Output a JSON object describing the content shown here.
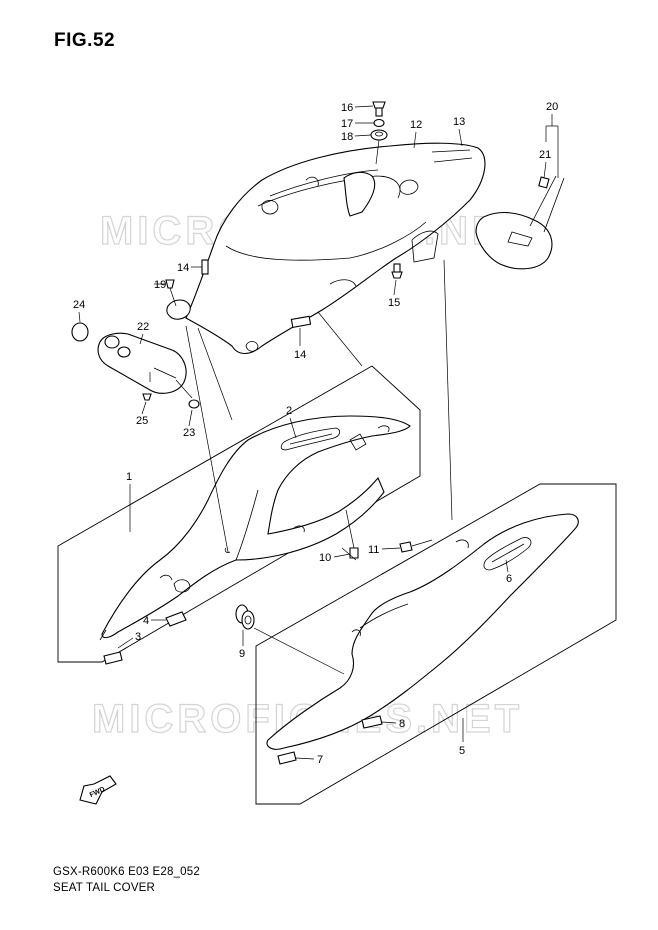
{
  "figure": {
    "title": "FIG.52"
  },
  "footer": {
    "code": "GSX-R600K6 E03 E28_052",
    "name": "SEAT TAIL COVER"
  },
  "watermark": {
    "text": "MICROFICHES.NET"
  },
  "fwd_arrow": {
    "label": "FWD"
  },
  "callouts": [
    "1",
    "2",
    "3",
    "4",
    "5",
    "6",
    "7",
    "8",
    "9",
    "10",
    "11",
    "12",
    "13",
    "14",
    "14",
    "15",
    "16",
    "17",
    "18",
    "19",
    "20",
    "21",
    "22",
    "23",
    "24",
    "25"
  ]
}
